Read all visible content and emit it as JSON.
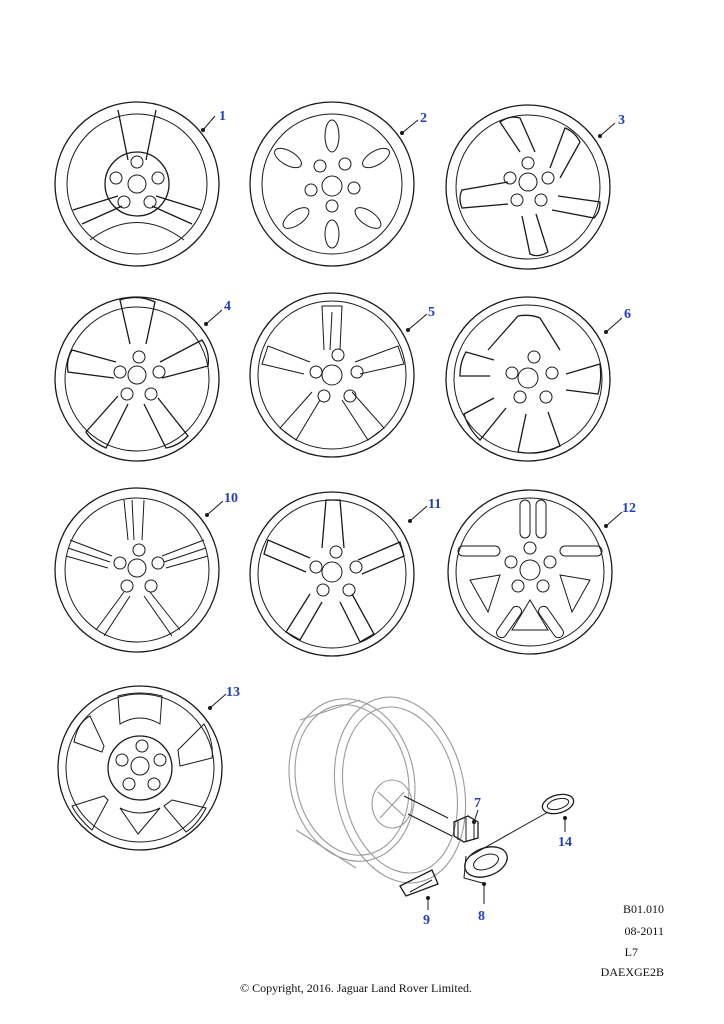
{
  "callouts": [
    "1",
    "2",
    "3",
    "4",
    "5",
    "6",
    "10",
    "11",
    "12",
    "13",
    "7",
    "8",
    "9",
    "14"
  ],
  "meta": {
    "ref": "B01.010",
    "date": "08-2011",
    "code": "L7",
    "drawing": "DAEXGE2B"
  },
  "copyright": "© Copyright, 2016. Jaguar Land Rover Limited."
}
